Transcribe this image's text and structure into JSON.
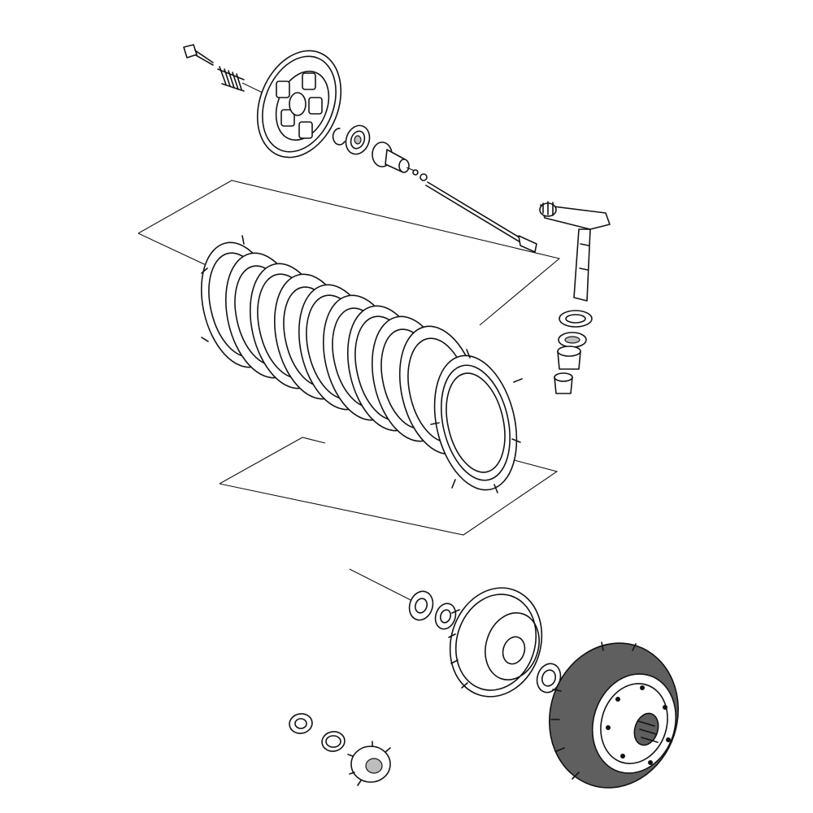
{
  "diagram": {
    "type": "exploded-parts-diagram",
    "subject": "clutch-assembly",
    "colors": {
      "background": "#ffffff",
      "line": "#111111",
      "housing_fill": "#5f5f5f",
      "shade_fill": "#bdbdbd"
    },
    "plate_stack": {
      "plate_count": 10
    }
  }
}
